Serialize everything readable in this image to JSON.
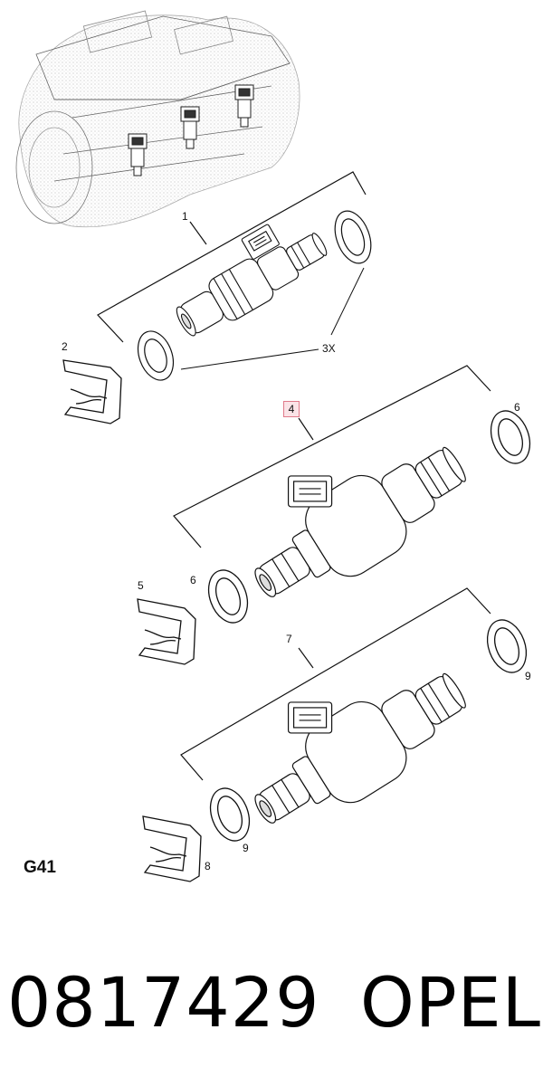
{
  "diagram": {
    "callouts": {
      "c1": "1",
      "c2": "2",
      "c3x": "3X",
      "c4": "4",
      "c5": "5",
      "c6a": "6",
      "c6b": "6",
      "c7": "7",
      "c8": "8",
      "c9a": "9",
      "c9b": "9"
    },
    "section_code": "G41"
  },
  "caption": {
    "part_number": "0817429",
    "brand": "OPEL"
  }
}
